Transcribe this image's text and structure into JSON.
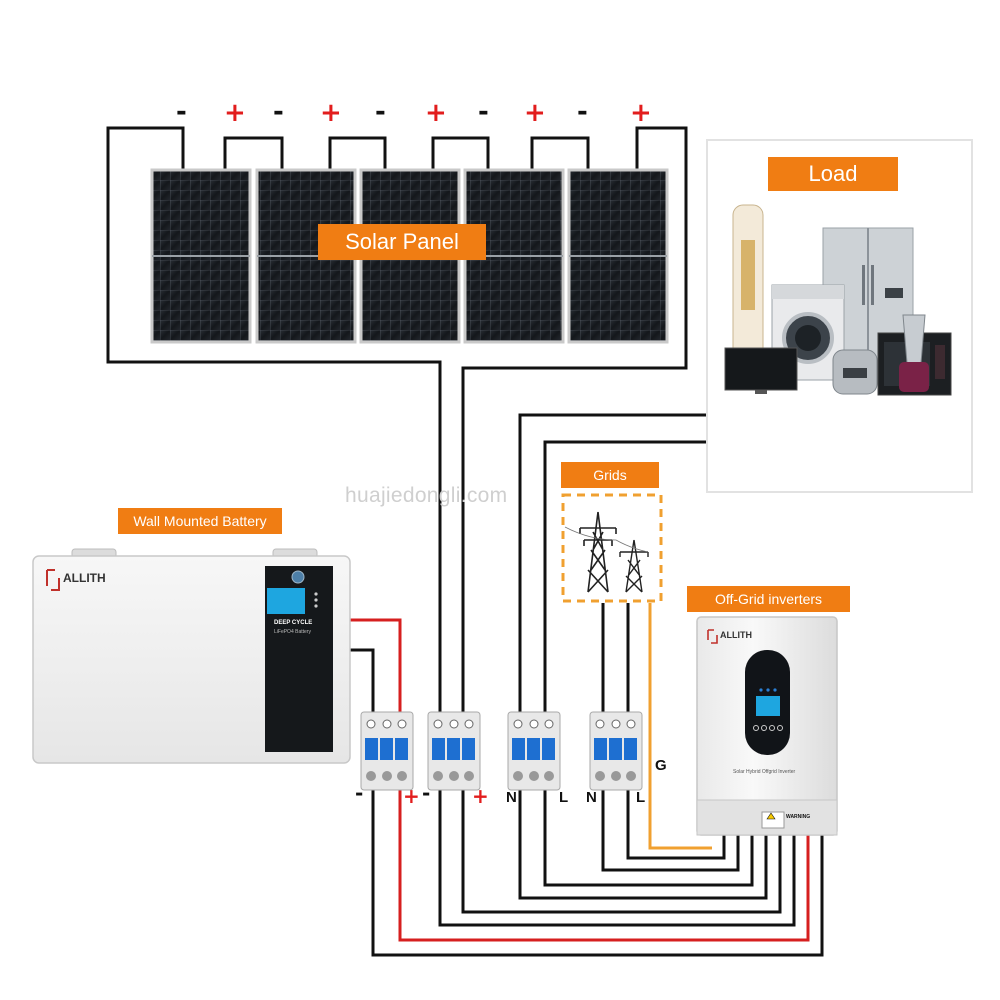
{
  "labels": {
    "solar_panel": "Solar Panel",
    "load": "Load",
    "grids": "Grids",
    "battery": "Wall Mounted Battery",
    "inverters": "Off-Grid inverters"
  },
  "watermark": "huajiedongli.com",
  "panel_terminals": [
    "-",
    "+",
    "-",
    "+",
    "-",
    "+",
    "-",
    "+",
    "-",
    "+"
  ],
  "breaker_terminals": [
    "-",
    "+",
    "-",
    "+",
    "N",
    "L",
    "N",
    "L"
  ],
  "ground_label": "G",
  "battery_device": {
    "brand": "ALLITH",
    "screen_title": "DEEP CYCLE",
    "screen_sub": "LiFePO4 Battery"
  },
  "inverter_device": {
    "brand": "ALLITH",
    "caption": "Solar Hybrid Offgrid Inverter",
    "warning": "WARNING"
  },
  "colors": {
    "accent": "#f07d13",
    "positive_wire": "#d61f1f",
    "negative_wire": "#111111",
    "ground_wire": "#f0a030",
    "breaker_blue": "#1e6fd1"
  }
}
